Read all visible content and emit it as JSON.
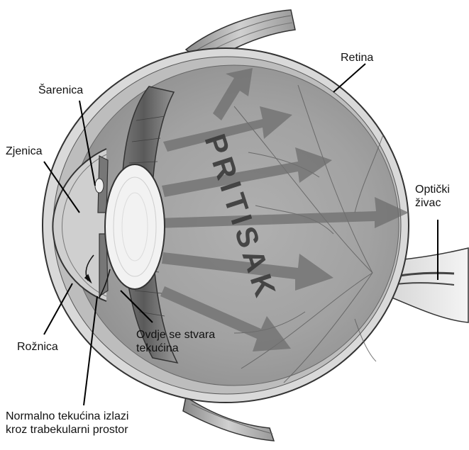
{
  "diagram": {
    "labels": {
      "iris": "Šarenica",
      "pupil": "Zjenica",
      "retina": "Retina",
      "optic_nerve_line1": "Optički",
      "optic_nerve_line2": "živac",
      "cornea": "Rožnica",
      "fluid_made_line1": "Ovdje se stvara",
      "fluid_made_line2": "tekućina",
      "outflow_line1": "Normalno tekućina izlazi",
      "outflow_line2": "kroz trabekularni prostor"
    },
    "pressure_word": "PRITISAK"
  }
}
